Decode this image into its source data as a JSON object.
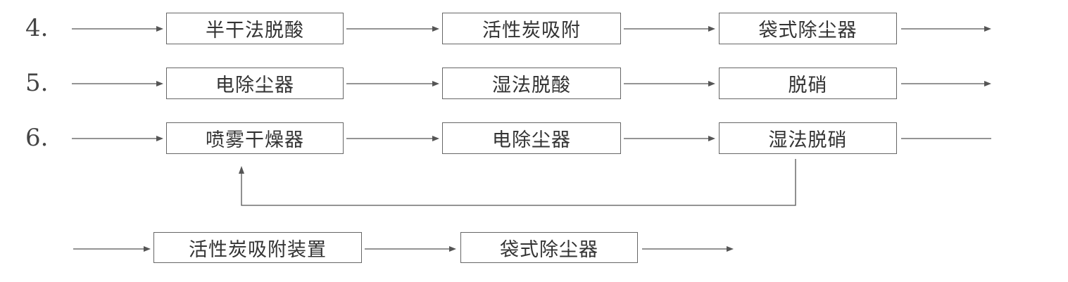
{
  "rows": [
    {
      "number": "4.",
      "boxes": [
        "半干法脱酸",
        "活性炭吸附",
        "袋式除尘器"
      ]
    },
    {
      "number": "5.",
      "boxes": [
        "电除尘器",
        "湿法脱酸",
        "脱硝"
      ]
    },
    {
      "number": "6.",
      "boxes": [
        "喷雾干燥器",
        "电除尘器",
        "湿法脱硝"
      ]
    }
  ],
  "continuation": {
    "boxes": [
      "活性炭吸附装置",
      "袋式除尘器"
    ]
  }
}
